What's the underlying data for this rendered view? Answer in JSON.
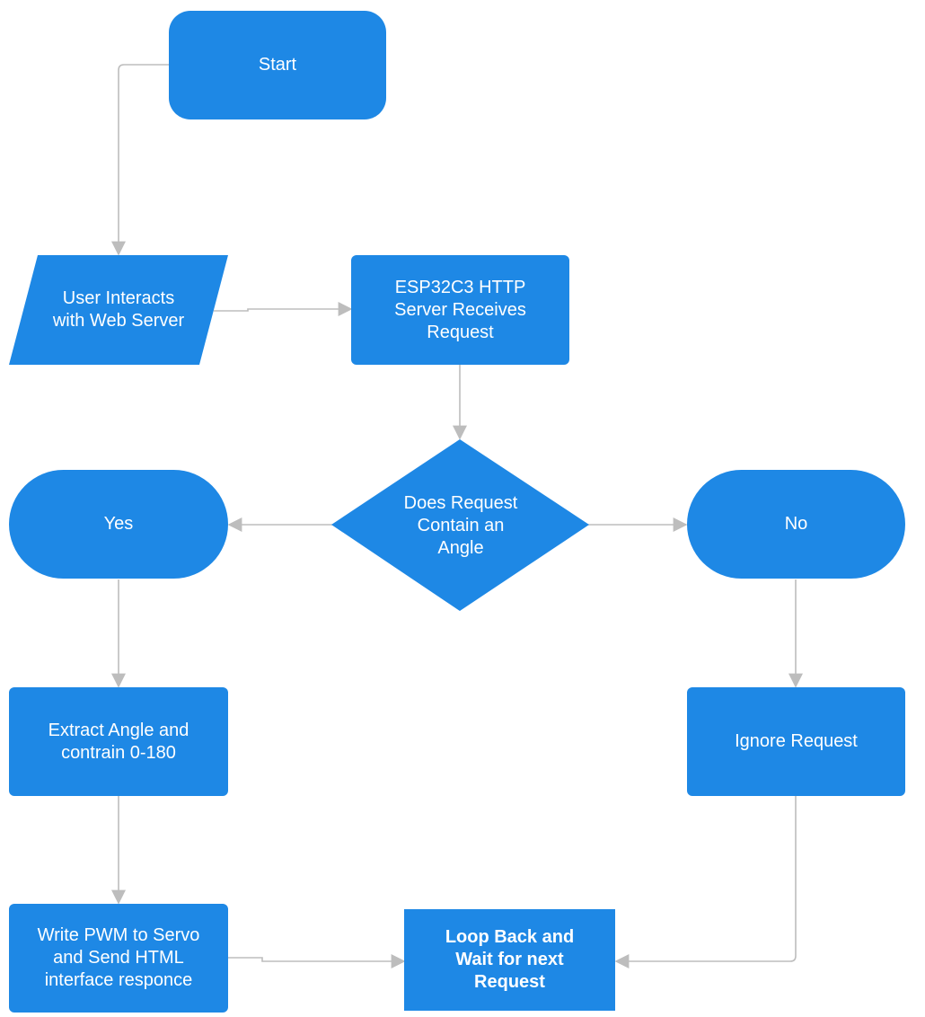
{
  "colors": {
    "node_fill": "#1e88e5",
    "connector": "#bdbdbd",
    "text": "#ffffff"
  },
  "nodes": {
    "start": {
      "shape": "rounded-rectangle",
      "lines": [
        "Start"
      ]
    },
    "user": {
      "shape": "parallelogram",
      "lines": [
        "User Interacts",
        "with Web Server"
      ]
    },
    "server": {
      "shape": "rectangle",
      "lines": [
        "ESP32C3 HTTP",
        "Server Receives",
        "Request"
      ]
    },
    "decision": {
      "shape": "diamond",
      "lines": [
        "Does Request",
        "Contain an",
        "Angle"
      ]
    },
    "yes": {
      "shape": "stadium",
      "lines": [
        "Yes"
      ]
    },
    "no": {
      "shape": "stadium",
      "lines": [
        "No"
      ]
    },
    "extract": {
      "shape": "rectangle",
      "lines": [
        "Extract Angle and",
        "contrain 0-180"
      ]
    },
    "ignore": {
      "shape": "rectangle",
      "lines": [
        "Ignore Request"
      ]
    },
    "write": {
      "shape": "rectangle",
      "lines": [
        "Write PWM to Servo",
        "and Send HTML",
        "interface responce"
      ]
    },
    "loop": {
      "shape": "rectangle",
      "lines": [
        "Loop Back and",
        "Wait for next",
        "Request"
      ]
    }
  },
  "edges": [
    {
      "from": "start",
      "to": "user"
    },
    {
      "from": "user",
      "to": "server"
    },
    {
      "from": "server",
      "to": "decision"
    },
    {
      "from": "decision",
      "to": "yes"
    },
    {
      "from": "decision",
      "to": "no"
    },
    {
      "from": "yes",
      "to": "extract"
    },
    {
      "from": "no",
      "to": "ignore"
    },
    {
      "from": "extract",
      "to": "write"
    },
    {
      "from": "write",
      "to": "loop"
    },
    {
      "from": "ignore",
      "to": "loop"
    }
  ]
}
